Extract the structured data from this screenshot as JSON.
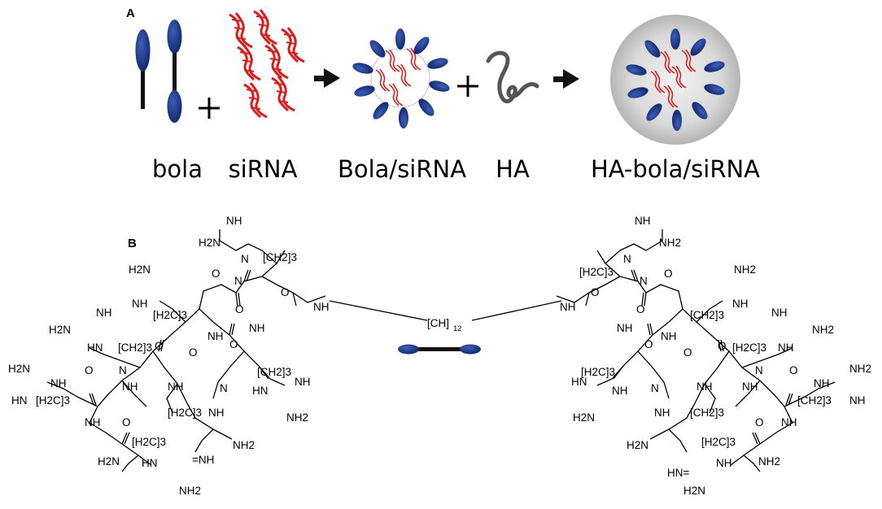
{
  "panels": {
    "a": "A",
    "b": "B"
  },
  "panel_a": {
    "captions": {
      "bola": "bola",
      "sirna": "siRNA",
      "bola_sirna": "Bola/siRNA",
      "ha": "HA",
      "ha_bola_sirna": "HA-bola/siRNA"
    },
    "colors": {
      "bola_head": "#1e3a8a",
      "sirna": "#d81e1e",
      "ha_shell": "#c8c8c8",
      "arrow": "#111111"
    }
  },
  "panel_b": {
    "linker": {
      "label": "[CH]",
      "subscript": "12"
    },
    "groups": {
      "nh": "NH",
      "n": "N",
      "o": "O",
      "h2n": "H2N",
      "nh2": "NH2",
      "ch2_3": "[CH2]3",
      "h2c_3": "[H2C]3",
      "hn": "HN",
      "hn_eq": "HN=",
      "eq_nh": "=NH"
    }
  }
}
